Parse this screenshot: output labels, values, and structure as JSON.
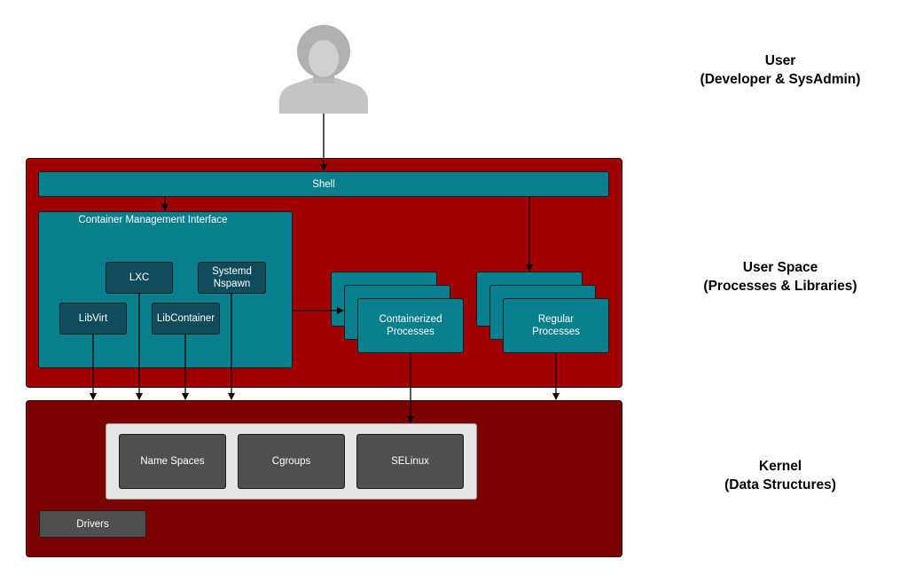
{
  "colors": {
    "user_space_bg": "#a00000",
    "kernel_bg": "#7d0000",
    "component_teal": "#087f8c",
    "component_dark": "#0f4c5c",
    "kernel_component": "#4f4f4f",
    "kernel_panel": "#e6e6e6",
    "user_icon": "#c4c4c4"
  },
  "icons": {
    "user": "person-silhouette-icon"
  },
  "layers": {
    "user": {
      "title": "User",
      "subtitle": "(Developer & SysAdmin)"
    },
    "user_space": {
      "title": "User Space",
      "subtitle": "(Processes & Libraries)"
    },
    "kernel": {
      "title": "Kernel",
      "subtitle": "(Data Structures)"
    }
  },
  "user_space": {
    "shell": "Shell",
    "cmi": {
      "title": "Container Management Interface",
      "lxc": "LXC",
      "systemd_nspawn": "Systemd\nNspawn",
      "libvirt": "LibVirt",
      "libcontainer": "LibContainer"
    },
    "containerized_processes": "Containerized\nProcesses",
    "regular_processes": "Regular\nProcesses"
  },
  "kernel": {
    "namespaces": "Name Spaces",
    "cgroups": "Cgroups",
    "selinux": "SELinux",
    "drivers": "Drivers"
  }
}
